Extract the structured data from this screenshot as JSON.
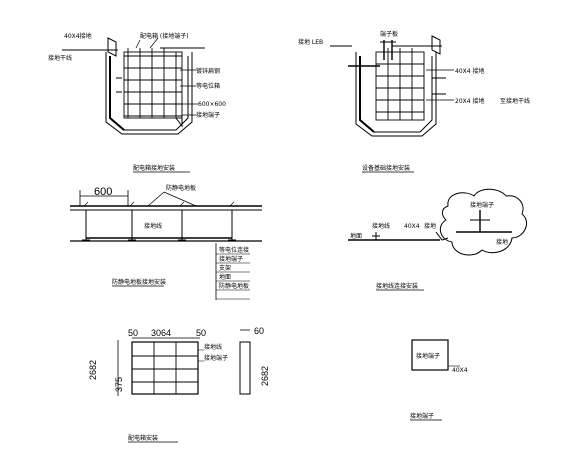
{
  "details": {
    "d1": {
      "caption": "配电箱接地安装",
      "labels": {
        "top_left": "40X4接地",
        "left": "接地干线",
        "top": "配电箱 (接地端子)",
        "r1": "镀锌扁钢",
        "r2": "等电位箱",
        "r3": "600×600",
        "r4": "接地端子"
      }
    },
    "d2": {
      "caption": "设备基础接地安装",
      "labels": {
        "top_left": "接地 LEB",
        "top_mid": "端子板",
        "r1": "40X4 接地",
        "r2": "20X4 接地",
        "r3": "至接地干线"
      }
    },
    "d3": {
      "caption": "防静电地板接地安装",
      "dim_600": "600",
      "labels": {
        "top": "防静电地板",
        "mid": "接地线",
        "l1": "等电位连接",
        "l2": "接地端子",
        "l3": "支架",
        "l4": "地面",
        "l5": "防静电地板"
      }
    },
    "d4": {
      "caption": "接地线连接安装",
      "labels": {
        "ground": "地面",
        "a": "接地线",
        "b": "40X4",
        "c": "接地",
        "bubble": "接地端子",
        "d": "接地"
      }
    },
    "d5": {
      "caption": "配电箱安装",
      "dims": {
        "top_left": "50",
        "top_mid": "3064",
        "top_right": "50",
        "height": "2682",
        "bottom": "375",
        "side_top": "60",
        "side_height": "2682"
      },
      "labels": {
        "a": "接地线",
        "b": "接地端子"
      }
    },
    "d6": {
      "caption": "接地端子",
      "labels": {
        "box": "接地端子",
        "note": "40X4"
      }
    }
  }
}
